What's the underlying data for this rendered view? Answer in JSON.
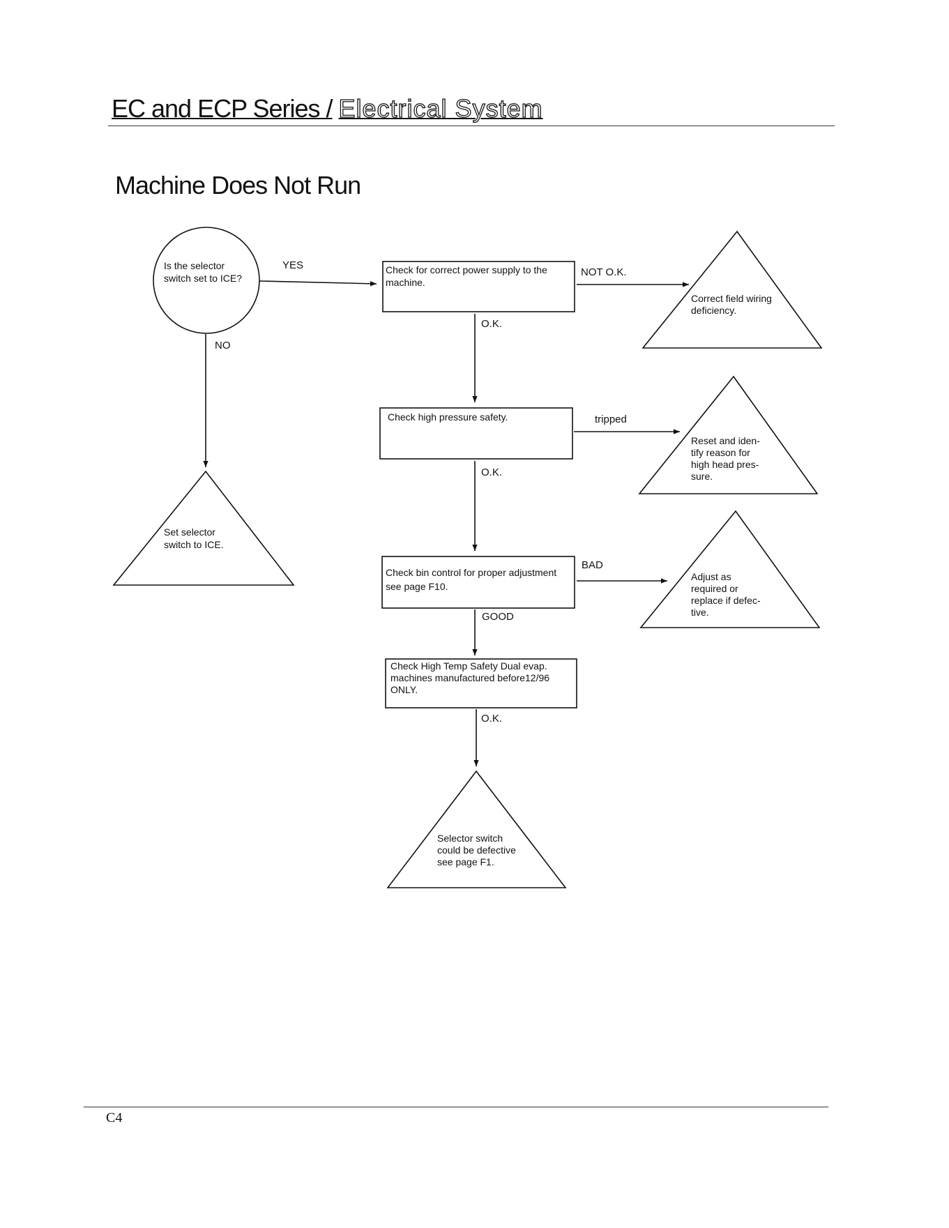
{
  "header": {
    "series": "EC and ECP Series /",
    "section": "Electrical System"
  },
  "page_title": "Machine Does Not Run",
  "flowchart": {
    "start_question": [
      "Is the selector",
      "switch set to ICE?"
    ],
    "labels": {
      "yes": "YES",
      "no": "NO",
      "not_ok": "NOT O.K.",
      "ok_1": "O.K.",
      "tripped": "tripped",
      "ok_2": "O.K.",
      "bad": "BAD",
      "good": "GOOD",
      "ok_3": "O.K."
    },
    "steps": {
      "power_supply": [
        "Check for correct power supply to the",
        "machine."
      ],
      "high_pressure": [
        "Check high pressure safety."
      ],
      "bin_control": [
        "Check bin control for proper adjustment",
        "see page F10."
      ],
      "high_temp": [
        "Check High Temp Safety  Dual evap.",
        "machines manufactured before12/96",
        "ONLY."
      ]
    },
    "outcomes": {
      "set_selector": [
        "Set selector",
        "switch to ICE."
      ],
      "field_wiring": [
        "Correct field wiring",
        "deficiency."
      ],
      "reset_pressure": [
        "Reset and iden-",
        "tify reason for",
        "high head pres-",
        "sure."
      ],
      "adjust_replace": [
        "Adjust as",
        "required or",
        "replace if defec-",
        "tive."
      ],
      "selector_defective": [
        "Selector switch",
        "could be defective",
        "see page F1."
      ]
    }
  },
  "footer": {
    "page_number": "C4"
  }
}
